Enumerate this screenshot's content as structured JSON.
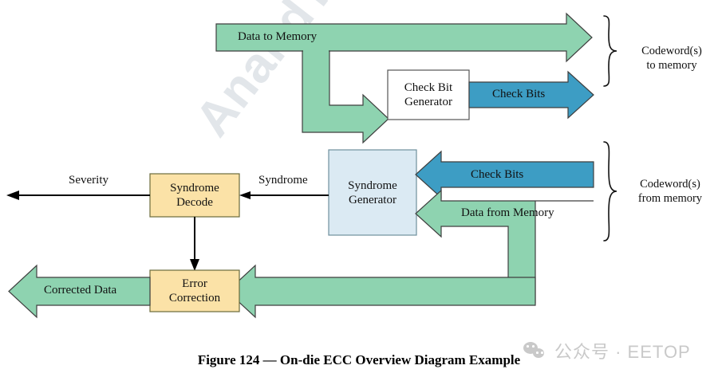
{
  "figure": {
    "caption": "Figure 124 — On-die ECC Overview Diagram Example",
    "number": "124",
    "title": "On-die ECC Overview Diagram Example"
  },
  "watermarks": {
    "diagonal": "AnandTech",
    "corner": "公众号 · EETOP",
    "wechat_icon": "wechat-icon"
  },
  "colors": {
    "green_arrow": "#8ed3b0",
    "blue_arrow": "#3d9dc4",
    "yellow_box": "#fbe2a7",
    "lightblue_box": "#dbeaf3",
    "white_box": "#ffffff",
    "stroke": "#3f3f3f",
    "black_line": "#000000",
    "watermark_gray": "#c9c9c9"
  },
  "blocks": [
    {
      "id": "check-bit-generator",
      "label": "Check Bit\nGenerator",
      "line1": "Check Bit",
      "line2": "Generator",
      "fill": "#ffffff"
    },
    {
      "id": "syndrome-generator",
      "label": "Syndrome\nGenerator",
      "line1": "Syndrome",
      "line2": "Generator",
      "fill": "#dbeaf3"
    },
    {
      "id": "syndrome-decode",
      "label": "Syndrome\nDecode",
      "line1": "Syndrome",
      "line2": "Decode",
      "fill": "#fbe2a7"
    },
    {
      "id": "error-correction",
      "label": "Error\nCorrection",
      "line1": "Error",
      "line2": "Correction",
      "fill": "#fbe2a7"
    }
  ],
  "arrows": [
    {
      "id": "data-to-memory",
      "label": "Data to Memory",
      "color": "#8ed3b0",
      "direction": "right"
    },
    {
      "id": "check-bits-out",
      "label": "Check Bits",
      "color": "#3d9dc4",
      "direction": "right"
    },
    {
      "id": "check-bits-in",
      "label": "Check Bits",
      "color": "#3d9dc4",
      "direction": "left"
    },
    {
      "id": "data-from-memory",
      "label": "Data from Memory",
      "color": "#8ed3b0",
      "direction": "left"
    },
    {
      "id": "corrected-data",
      "label": "Corrected Data",
      "color": "#8ed3b0",
      "direction": "left"
    },
    {
      "id": "severity",
      "label": "Severity",
      "color": "#000000",
      "direction": "left"
    },
    {
      "id": "syndrome",
      "label": "Syndrome",
      "color": "#000000",
      "direction": "left"
    }
  ],
  "braces": [
    {
      "id": "codeword-to-memory",
      "line1": "Codeword(s)",
      "line2": "to memory"
    },
    {
      "id": "codeword-from-memory",
      "line1": "Codeword(s)",
      "line2": "from memory"
    }
  ]
}
